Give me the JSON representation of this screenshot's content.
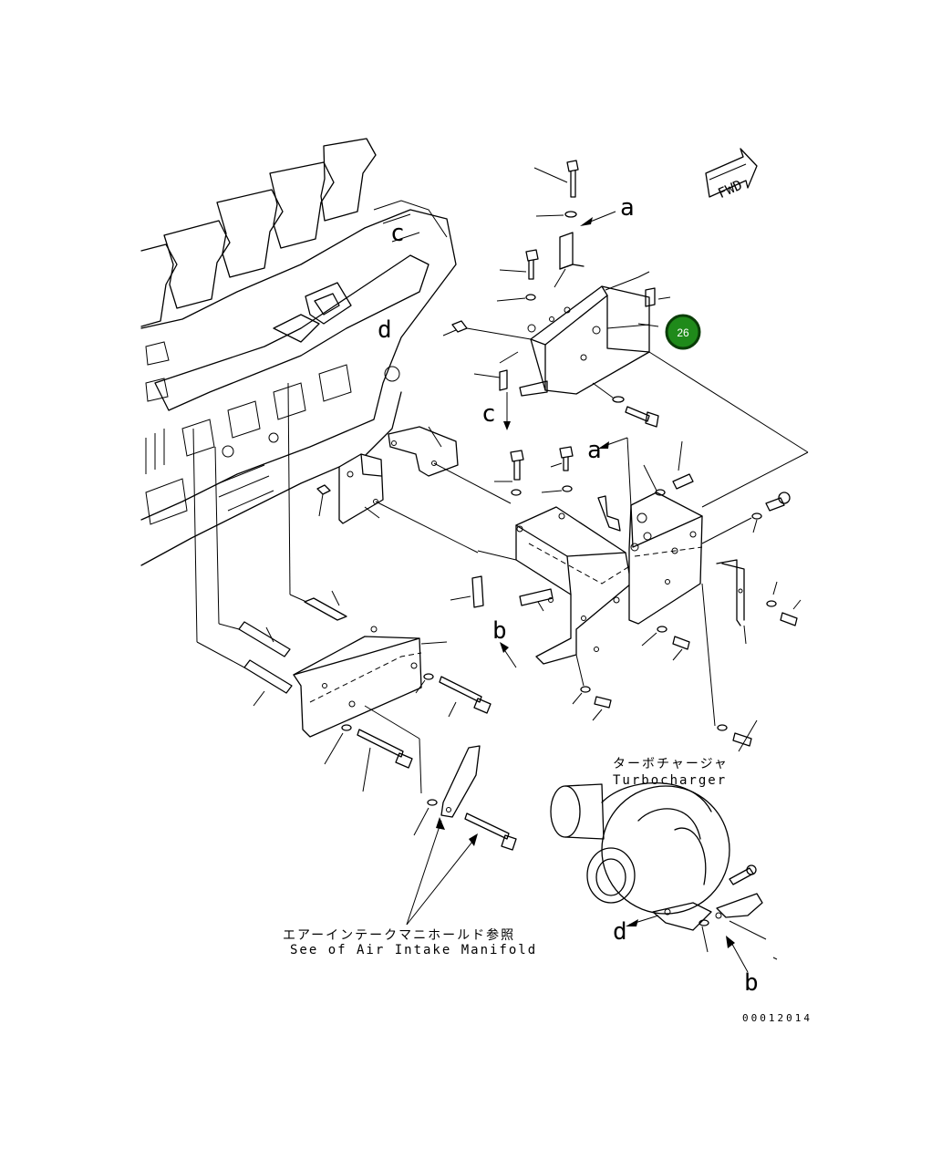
{
  "fwd_label": "FWD",
  "callout": {
    "number": "26",
    "color": "#1f8a1a"
  },
  "letters": {
    "a": "a",
    "b": "b",
    "c": "c",
    "d": "d"
  },
  "turbocharger": {
    "japanese": "ターボチャージャ",
    "english": "Turbocharger"
  },
  "air_intake": {
    "japanese": "エアーインテークマニホールド参照",
    "english": "See of Air Intake Manifold"
  },
  "drawing_number": "00012014"
}
